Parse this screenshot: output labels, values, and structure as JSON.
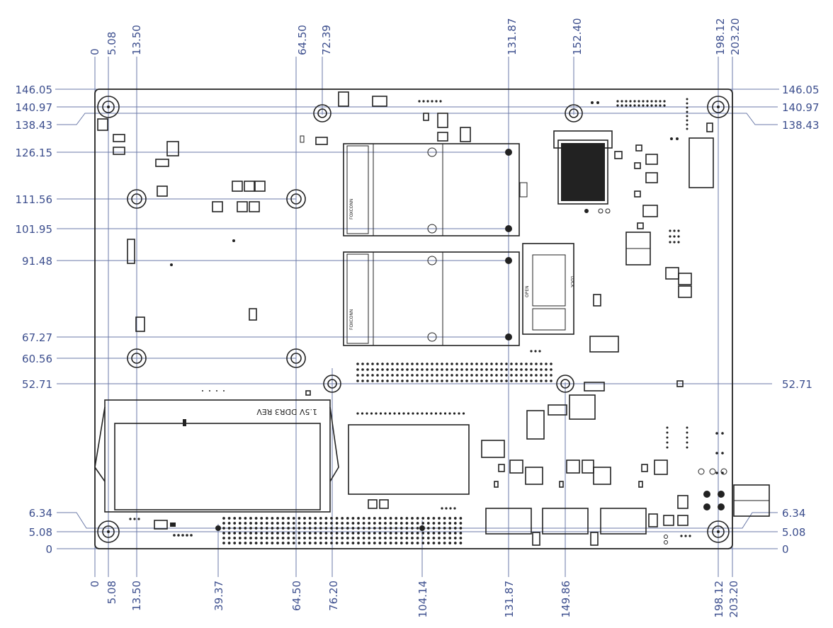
{
  "dims_top": [
    "0",
    "5.08",
    "13.50",
    "64.50",
    "72.39",
    "131.87",
    "152.40",
    "198.12",
    "203.20"
  ],
  "dims_bottom": [
    "0",
    "5.08",
    "13.50",
    "39.37",
    "64.50",
    "76.20",
    "104.14",
    "131.87",
    "149.86",
    "198.12",
    "203.20"
  ],
  "dims_left": [
    "146.05",
    "140.97",
    "138.43",
    "126.15",
    "111.56",
    "101.95",
    "91.48",
    "67.27",
    "60.56",
    "52.71",
    "6.34",
    "5.08",
    "0"
  ],
  "dims_right": [
    "146.05",
    "140.97",
    "138.43",
    "52.71",
    "6.34",
    "5.08",
    "0"
  ],
  "labels": {
    "ddr3": "1.5V DDR3 REV",
    "minipcie": "FOXCONN",
    "sim_open": "OPEN",
    "sim_lock": "LOCK"
  },
  "colors": {
    "dimension": "#3d4f8e",
    "outline": "#222222"
  }
}
